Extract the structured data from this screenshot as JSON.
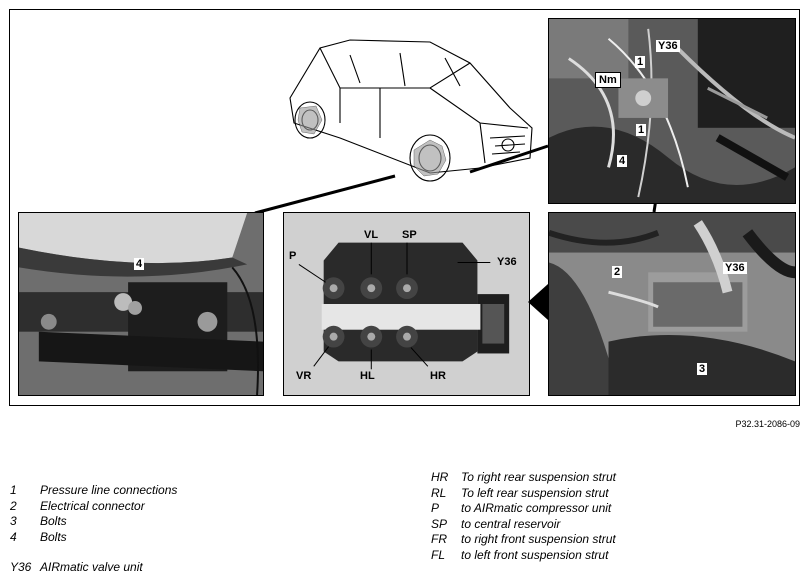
{
  "labels": {
    "view_top": {
      "nm": "Nm",
      "y36": "Y36",
      "one_a": "1",
      "one_b": "1",
      "four": "4"
    },
    "view_left": {
      "four": "4"
    },
    "view_center": {
      "vl": "VL",
      "sp": "SP",
      "p": "P",
      "y36": "Y36",
      "vr": "VR",
      "hl": "HL",
      "hr": "HR"
    },
    "view_right": {
      "two": "2",
      "y36": "Y36",
      "three": "3"
    }
  },
  "reference": "P32.31-2086-09",
  "legend_left": [
    {
      "key": "1",
      "text": "Pressure line connections"
    },
    {
      "key": "2",
      "text": "Electrical connector"
    },
    {
      "key": "3",
      "text": "Bolts"
    },
    {
      "key": "4",
      "text": "Bolts"
    }
  ],
  "legend_y36": {
    "key": "Y36",
    "text": "AIRmatic valve unit"
  },
  "legend_right": [
    {
      "key": "HR",
      "text": "To right rear suspension strut"
    },
    {
      "key": "RL",
      "text": "To left rear suspension strut"
    },
    {
      "key": "P",
      "text": "to AIRmatic compressor unit"
    },
    {
      "key": "SP",
      "text": "to central reservoir"
    },
    {
      "key": "FR",
      "text": "to right front suspension strut"
    },
    {
      "key": "FL",
      "text": "to left front suspension strut"
    }
  ],
  "icons": {
    "arrow": "arrow-left-icon"
  }
}
